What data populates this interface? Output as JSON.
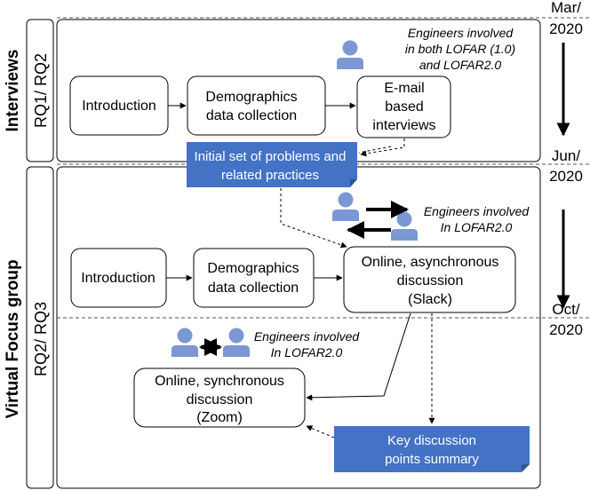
{
  "phases": {
    "interviews": {
      "label": "Interviews",
      "rq": "RQ1/ RQ2"
    },
    "focus_group": {
      "label": "Virtual Focus group",
      "rq": "RQ2/ RQ3"
    }
  },
  "dates": {
    "d1": {
      "line1": "Mar/",
      "line2": "2020"
    },
    "d2": {
      "line1": "Jun/",
      "line2": "2020"
    },
    "d3": {
      "line1": "Oct/",
      "line2": "2020"
    }
  },
  "interviews": {
    "introduction": "Introduction",
    "demographics": {
      "line1": "Demographics",
      "line2": "data collection"
    },
    "email": {
      "line1": "E-mail",
      "line2": "based",
      "line3": "interviews"
    },
    "engineers": {
      "line1": "Engineers involved",
      "line2": "in both LOFAR (1.0)",
      "line3": "and LOFAR2.0"
    }
  },
  "problems_note": {
    "line1": "Initial set of problems and",
    "line2": "related practices"
  },
  "focus_group": {
    "introduction": "Introduction",
    "demographics": {
      "line1": "Demographics",
      "line2": "data collection"
    },
    "async": {
      "line1": "Online, asynchronous",
      "line2": "discussion",
      "line3": "(Slack)"
    },
    "engineers_async": {
      "line1": "Engineers involved",
      "line2": "In LOFAR2.0"
    },
    "engineers_sync": {
      "line1": "Engineers involved",
      "line2": "In LOFAR2.0"
    },
    "sync": {
      "line1": "Online, synchronous",
      "line2": "discussion",
      "line3": "(Zoom)"
    }
  },
  "summary_note": {
    "line1": "Key discussion",
    "line2": "points summary"
  },
  "colors": {
    "person": "#7b98d4",
    "note": "#4472c4",
    "note_fold": "#2f5597"
  }
}
